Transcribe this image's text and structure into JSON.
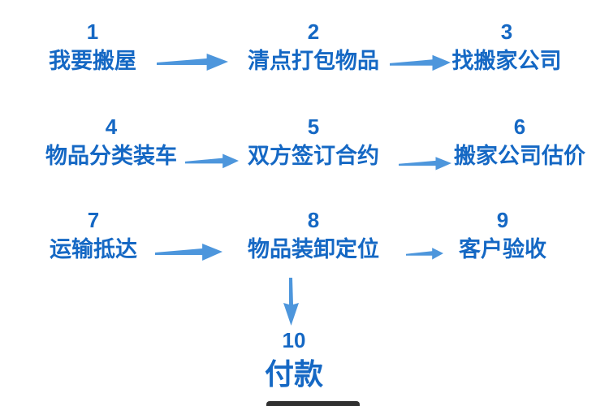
{
  "diagram": {
    "type": "flowchart",
    "description": "House moving service process, 10 numbered steps connected by arrows",
    "steps": [
      {
        "number": "1",
        "label": "我要搬屋"
      },
      {
        "number": "2",
        "label": "清点打包物品"
      },
      {
        "number": "3",
        "label": "找搬家公司"
      },
      {
        "number": "4",
        "label": "物品分类装车"
      },
      {
        "number": "5",
        "label": "双方签订合约"
      },
      {
        "number": "6",
        "label": "搬家公司估价"
      },
      {
        "number": "7",
        "label": "运输抵达"
      },
      {
        "number": "8",
        "label": "物品装卸定位"
      },
      {
        "number": "9",
        "label": "客户验收"
      },
      {
        "number": "10",
        "label": "付款"
      }
    ],
    "connections": [
      {
        "from": "1",
        "to": "2",
        "direction": "right"
      },
      {
        "from": "2",
        "to": "3",
        "direction": "right"
      },
      {
        "from": "4",
        "to": "5",
        "direction": "right"
      },
      {
        "from": "5",
        "to": "6",
        "direction": "right"
      },
      {
        "from": "7",
        "to": "8",
        "direction": "right"
      },
      {
        "from": "8",
        "to": "9",
        "direction": "right"
      },
      {
        "from": "8",
        "to": "10",
        "direction": "down"
      }
    ],
    "colors": {
      "step_text": "#1568c4",
      "arrow": "#4d96dc",
      "background": "#ffffff",
      "bottom_artifact": "#303030"
    }
  }
}
